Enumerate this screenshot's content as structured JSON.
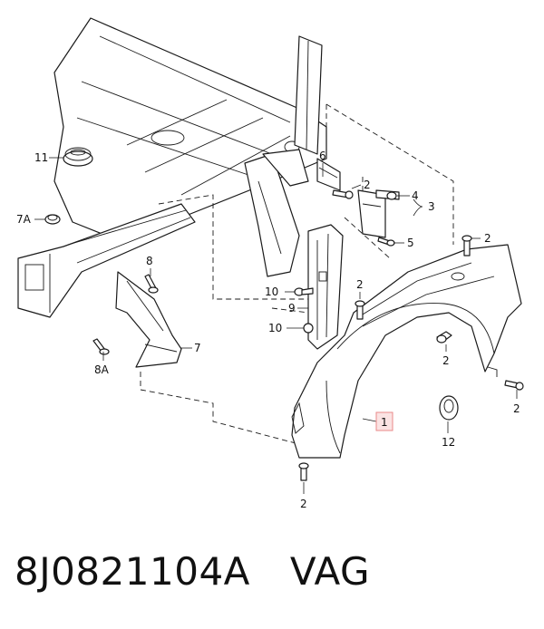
{
  "callouts": {
    "c11": "11",
    "c7a": "7A",
    "c8": "8",
    "c8a": "8A",
    "c7": "7",
    "c6": "6",
    "c2_bracket": "2",
    "c4": "4",
    "c3": "3",
    "c5": "5",
    "c2_top_right": "2",
    "c10_upper": "10",
    "c9": "9",
    "c10_lower": "10",
    "c2_left_fender": "2",
    "c2_arch": "2",
    "c2_right": "2",
    "c1": "1",
    "c12": "12",
    "c2_bottom": "2"
  },
  "caption": {
    "part_number": "8J0821104A",
    "brand": "VAG"
  },
  "colors": {
    "highlight_fill": "#fbe3e3",
    "highlight_stroke": "#e88a8a",
    "line": "#1a1a1a"
  }
}
